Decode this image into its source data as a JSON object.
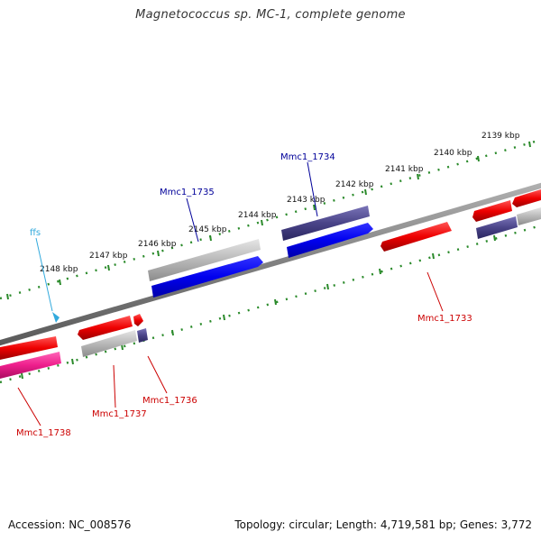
{
  "title": "Magnetococcus sp. MC-1, complete genome",
  "footer": {
    "accession": "Accession: NC_008576",
    "summary": "Topology: circular; Length: 4,719,581 bp; Genes: 3,772"
  },
  "ticks": [
    "2139 kbp",
    "2140 kbp",
    "2141 kbp",
    "2142 kbp",
    "2143 kbp",
    "2144 kbp",
    "2145 kbp",
    "2146 kbp",
    "2147 kbp",
    "2148 kbp"
  ],
  "genes": [
    {
      "id": "Mmc1_1733",
      "color": "#cc0000"
    },
    {
      "id": "Mmc1_1734",
      "color": "#000099"
    },
    {
      "id": "Mmc1_1735",
      "color": "#000099"
    },
    {
      "id": "Mmc1_1736",
      "color": "#cc0000"
    },
    {
      "id": "Mmc1_1737",
      "color": "#cc0000"
    },
    {
      "id": "Mmc1_1738",
      "color": "#cc0000"
    },
    {
      "id": "ffs",
      "color": "#33aadd"
    }
  ],
  "colors": {
    "backbone": "#808080",
    "tick": "#2a8a2a",
    "cds_forward": "#0000ee",
    "cds_reverse": "#ee0000",
    "gray_feature": "#b8b8b8",
    "navy_feature": "#4a4488",
    "pink_feature": "#ee1f8c"
  }
}
